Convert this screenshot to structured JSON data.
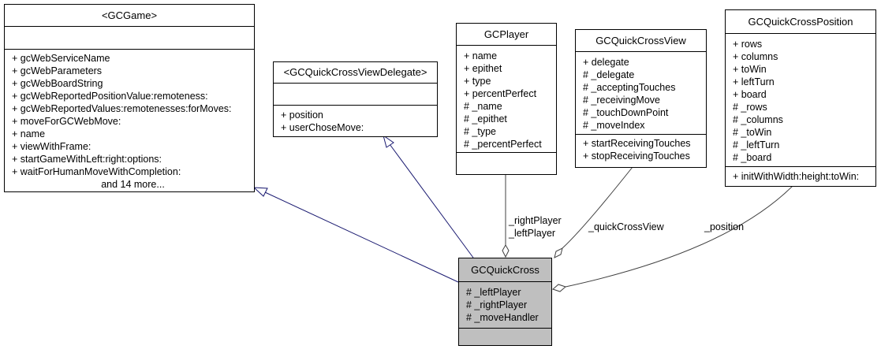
{
  "classes": {
    "gcgame": {
      "name": "<GCGame>",
      "attributes": [],
      "methods": [
        "+ gcWebServiceName",
        "+ gcWebParameters",
        "+ gcWebBoardString",
        "+ gcWebReportedPositionValue:remoteness:",
        "+ gcWebReportedValues:remotenesses:forMoves:",
        "+ moveForGCWebMove:",
        "+ name",
        "+ viewWithFrame:",
        "+ startGameWithLeft:right:options:",
        "+ waitForHumanMoveWithCompletion:"
      ],
      "more": "and 14 more..."
    },
    "delegate": {
      "name": "<GCQuickCrossViewDelegate>",
      "attributes": [],
      "methods": [
        "+ position",
        "+ userChoseMove:"
      ]
    },
    "player": {
      "name": "GCPlayer",
      "attributes": [
        "+ name",
        "+ epithet",
        "+ type",
        "+ percentPerfect",
        "# _name",
        "# _epithet",
        "# _type",
        "# _percentPerfect"
      ],
      "methods": []
    },
    "view": {
      "name": "GCQuickCrossView",
      "attributes": [
        "+ delegate",
        "# _delegate",
        "# _acceptingTouches",
        "# _receivingMove",
        "# _touchDownPoint",
        "# _moveIndex"
      ],
      "methods": [
        "+ startReceivingTouches",
        "+ stopReceivingTouches"
      ]
    },
    "position": {
      "name": "GCQuickCrossPosition",
      "attributes": [
        "+ rows",
        "+ columns",
        "+ toWin",
        "+ leftTurn",
        "+ board",
        "# _rows",
        "# _columns",
        "# _toWin",
        "# _leftTurn",
        "# _board"
      ],
      "methods": [
        "+ initWithWidth:height:toWin:"
      ]
    },
    "quickcross": {
      "name": "GCQuickCross",
      "attributes": [
        "# _leftPlayer",
        "# _rightPlayer",
        "# _moveHandler"
      ],
      "methods": []
    }
  },
  "edges": {
    "player_label_1": "_rightPlayer",
    "player_label_2": "_leftPlayer",
    "view_label": "_quickCrossView",
    "position_label": "_position"
  },
  "colors": {
    "inheritance": "#191970",
    "association": "#404040",
    "focus_fill": "#bfbfbf"
  }
}
